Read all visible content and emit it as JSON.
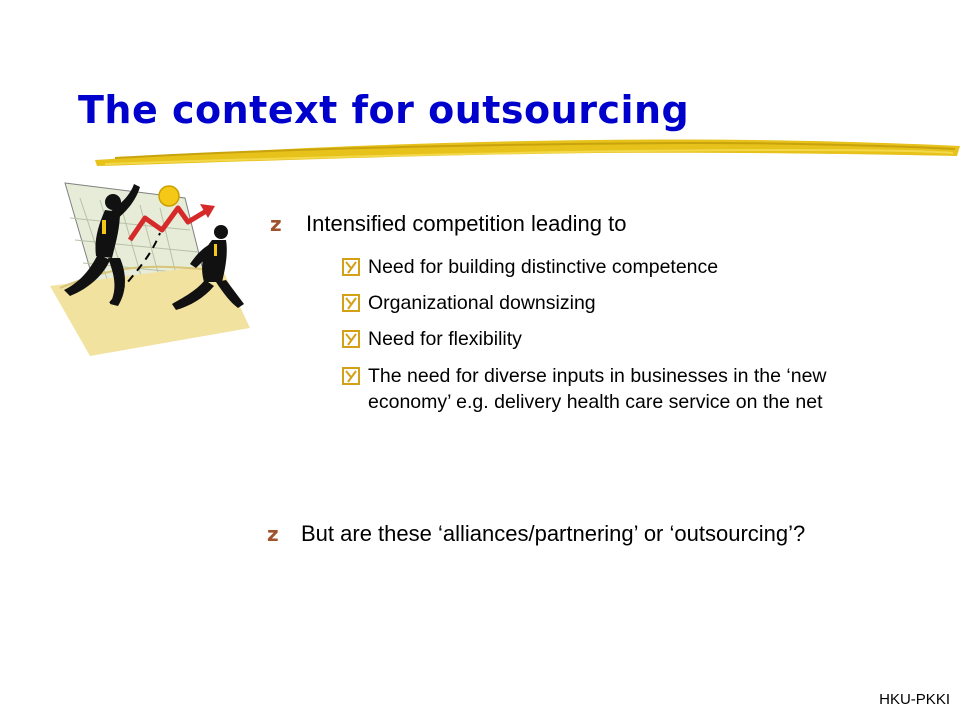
{
  "slide": {
    "title": "The context for outsourcing",
    "bullets": [
      {
        "text": "Intensified competition leading to",
        "subitems": [
          "Need for building distinctive competence",
          "Organizational downsizing",
          "Need for flexibility",
          "The need for diverse inputs in businesses in the ‘new economy’ e.g. delivery health care service on the net"
        ]
      },
      {
        "text": "But are these ‘alliances/partnering’ or ‘outsourcing’?"
      }
    ],
    "bullet_glyph_level1": "z",
    "icons": {
      "level2_bullet": "checkbox-icon",
      "illustration": "business-volleyball-clipart"
    },
    "footer": "HKU-PKKI"
  },
  "colors": {
    "title": "#0000cc",
    "underline": "#e6c21a",
    "level1_bullet": "#a0522d",
    "level2_bullet": "#d4a017",
    "accent_arrow": "#d62a2a"
  }
}
